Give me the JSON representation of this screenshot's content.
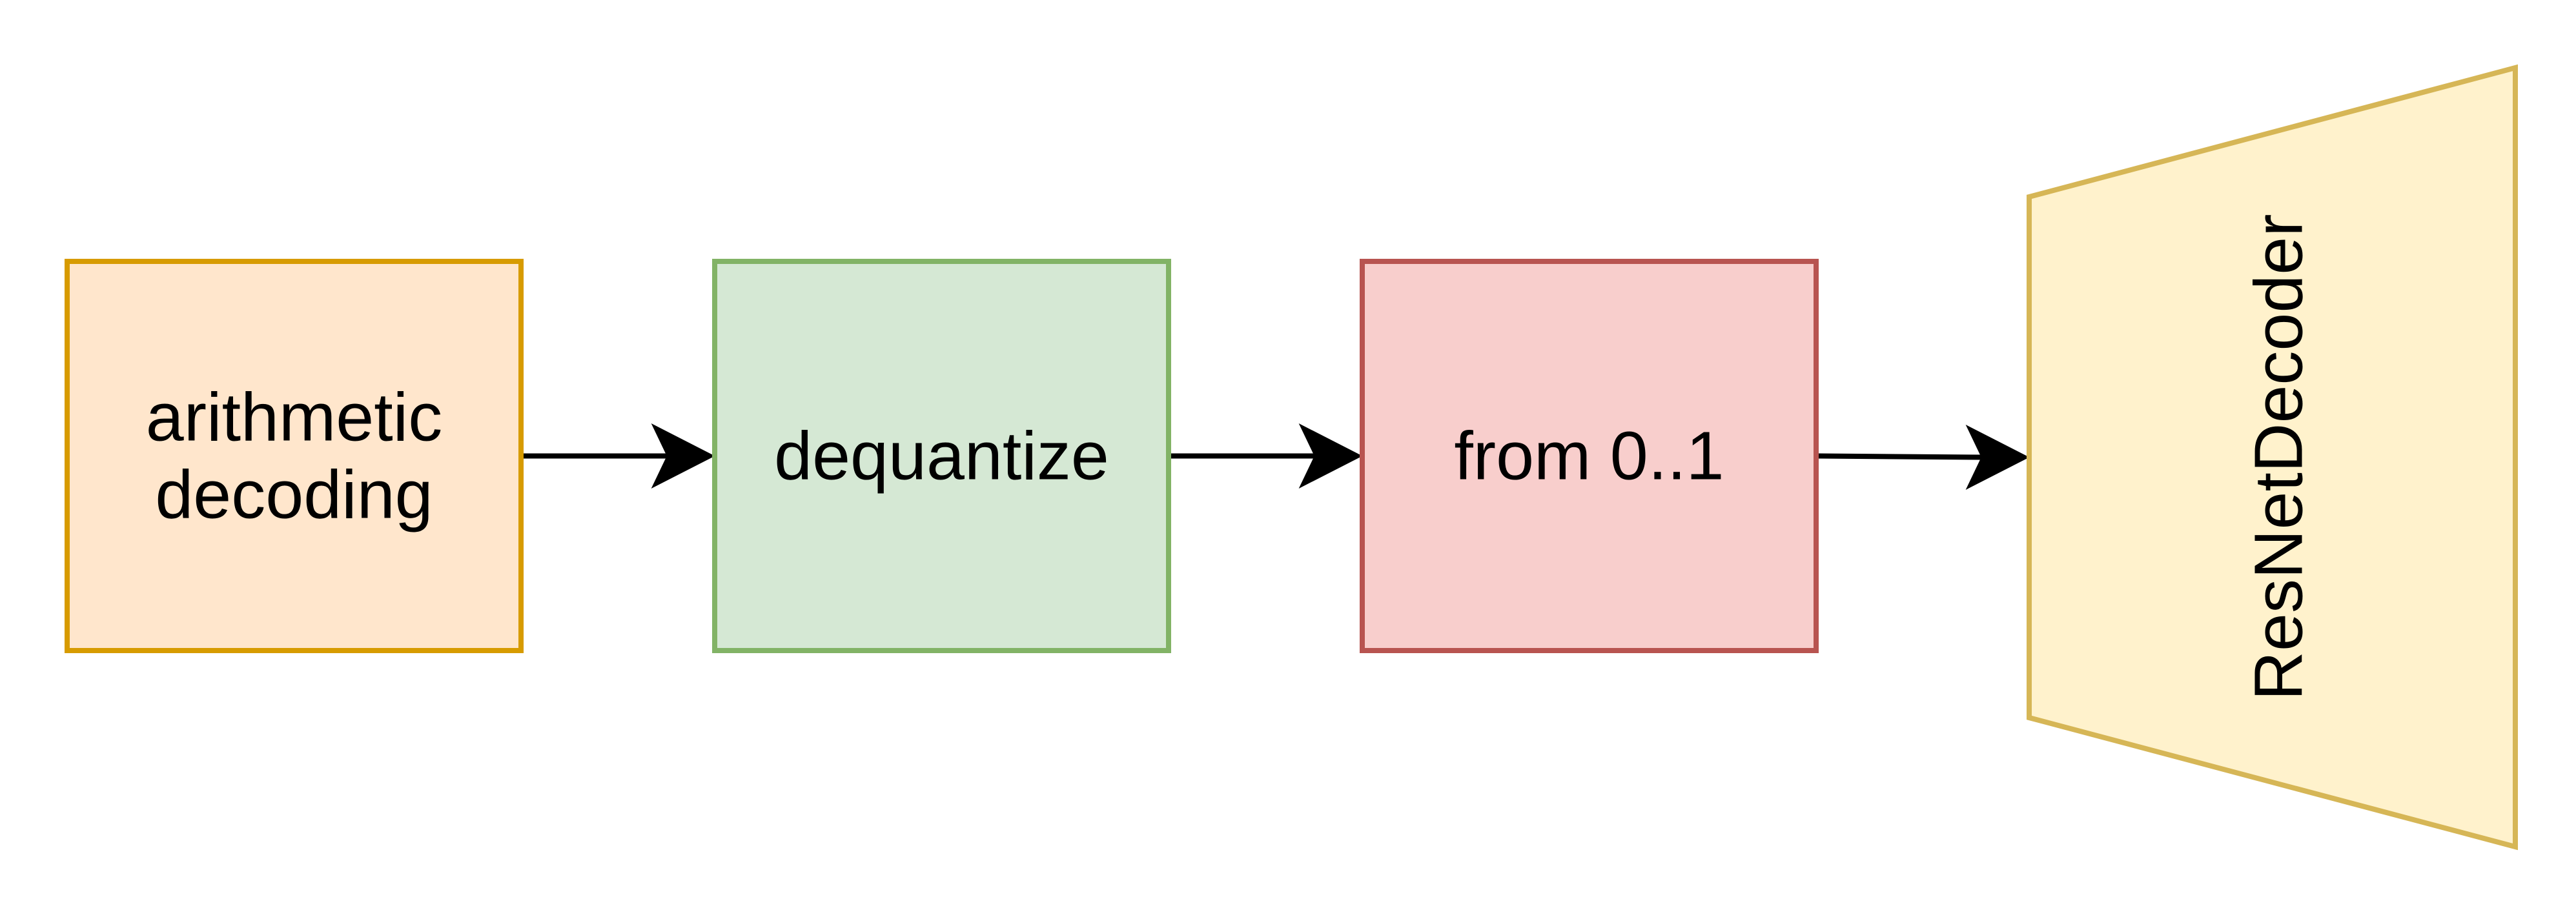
{
  "diagram": {
    "type": "flowchart",
    "direction": "left-to-right",
    "nodes": [
      {
        "id": "arithmetic-decoding",
        "shape": "rectangle",
        "label_lines": [
          "arithmetic",
          "decoding"
        ],
        "fill": "#ffe6cc",
        "stroke": "#d79b00"
      },
      {
        "id": "dequantize",
        "shape": "rectangle",
        "label_lines": [
          "dequantize"
        ],
        "fill": "#d5e8d4",
        "stroke": "#82b366"
      },
      {
        "id": "from-0-1",
        "shape": "rectangle",
        "label_lines": [
          "from 0..1"
        ],
        "fill": "#f8cecc",
        "stroke": "#b85450"
      },
      {
        "id": "resnet-decoder",
        "shape": "trapezoid",
        "label_lines": [
          "ResNetDecoder"
        ],
        "label_orientation": "vertical",
        "fill": "#fff2cc",
        "stroke": "#d6b656"
      }
    ],
    "edges": [
      {
        "from": "arithmetic-decoding",
        "to": "dequantize",
        "stroke": "#000000"
      },
      {
        "from": "dequantize",
        "to": "from-0-1",
        "stroke": "#000000"
      },
      {
        "from": "from-0-1",
        "to": "resnet-decoder",
        "stroke": "#000000"
      }
    ]
  }
}
